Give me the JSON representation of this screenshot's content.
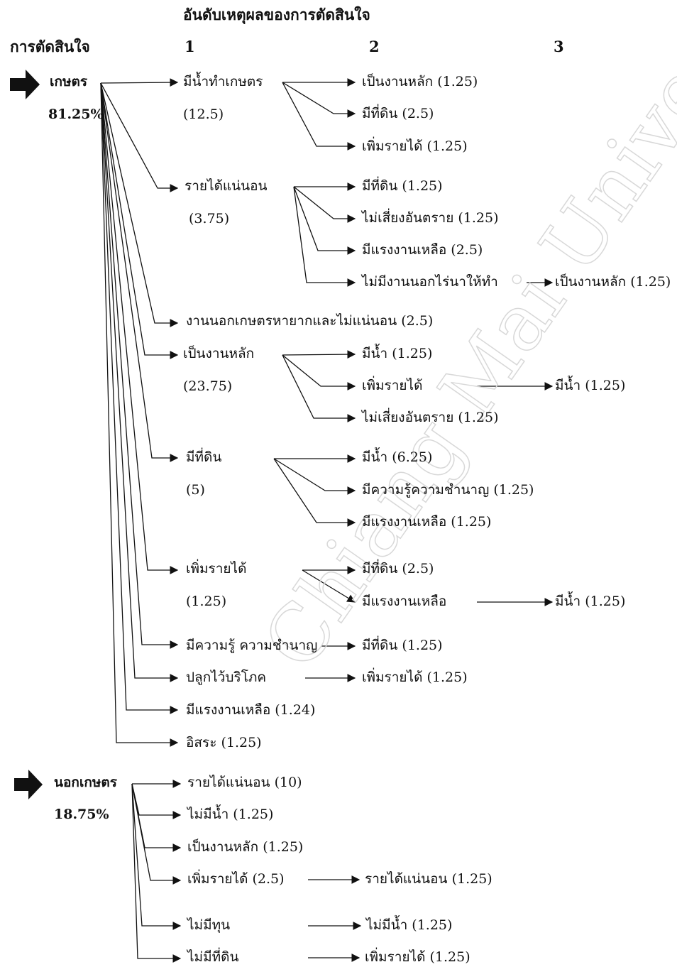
{
  "title": "อันดับเหตุผลของการตัดสินใจ",
  "headers": {
    "decision": "การตัดสินใจ",
    "rank1": "1",
    "rank2": "2",
    "rank3": "3"
  },
  "decisions": [
    {
      "label": "เกษตร",
      "percent": "81.25%"
    },
    {
      "label": "นอกเกษตร",
      "percent": "18.75%"
    }
  ],
  "farm_level1": [
    {
      "label": "มีน้ำทำเกษตร",
      "value": "(12.5)"
    },
    {
      "label": "รายได้แน่นอน",
      "value": "(3.75)"
    },
    {
      "label": "งานนอกเกษตรหายากและไม่แน่นอน (2.5)"
    },
    {
      "label": "เป็นงานหลัก",
      "value": "(23.75)"
    },
    {
      "label": "มีที่ดิน",
      "value": "(5)"
    },
    {
      "label": "เพิ่มรายได้",
      "value": "(1.25)"
    },
    {
      "label": "มีความรู้ ความชำนาญ"
    },
    {
      "label": "ปลูกไว้บริโภค"
    },
    {
      "label": "มีแรงงานเหลือ (1.24)"
    },
    {
      "label": "อิสระ (1.25)"
    }
  ],
  "farm_level2": [
    "เป็นงานหลัก (1.25)",
    "มีที่ดิน (2.5)",
    "เพิ่มรายได้ (1.25)",
    "มีที่ดิน (1.25)",
    "ไม่เสี่ยงอันตราย (1.25)",
    "มีแรงงานเหลือ (2.5)",
    "ไม่มีงานนอกไร่นาให้ทำ",
    "มีน้ำ (1.25)",
    "เพิ่มรายได้",
    "ไม่เสี่ยงอันตราย (1.25)",
    "มีน้ำ (6.25)",
    "มีความรู้ความชำนาญ (1.25)",
    "มีแรงงานเหลือ (1.25)",
    "มีที่ดิน (2.5)",
    "มีแรงงานเหลือ",
    "มีที่ดิน (1.25)",
    "เพิ่มรายได้ (1.25)"
  ],
  "farm_level3": [
    "เป็นงานหลัก (1.25)",
    "มีน้ำ (1.25)",
    "มีน้ำ (1.25)"
  ],
  "nonfarm_level1": [
    "รายได้แน่นอน  (10)",
    "ไม่มีน้ำ (1.25)",
    "เป็นงานหลัก (1.25)",
    "เพิ่มรายได้ (2.5)",
    "ไม่มีทุน",
    "ไม่มีที่ดิน"
  ],
  "nonfarm_level2": [
    "รายได้แน่นอน (1.25)",
    "ไม่มีน้ำ (1.25)",
    "เพิ่มรายได้ (1.25)"
  ],
  "watermark": "Chiang Mai University"
}
